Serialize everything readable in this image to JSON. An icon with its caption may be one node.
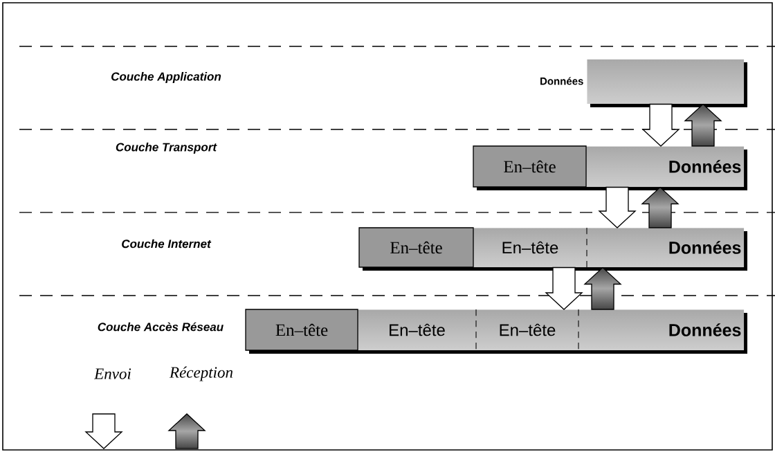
{
  "diagram": {
    "nodes": [
      {
        "text": [
          "Données"
        ]
      },
      {
        "text": [
          "En–tête",
          "Données"
        ]
      },
      {
        "text": [
          "En–tête",
          "En–tête",
          "Données"
        ]
      },
      {
        "text": [
          "En–tête",
          "En–tête",
          "En–tête",
          "Données"
        ]
      }
    ],
    "edges": [
      {
        "from": 0,
        "to": 1,
        "arrow": "to"
      },
      {
        "from": 1,
        "to": 0,
        "arrow": "to",
        "color": "#808080"
      },
      {
        "from": 1,
        "to": 2,
        "arrow": "to"
      },
      {
        "from": 2,
        "to": 1,
        "arrow": "to",
        "color": "#808080"
      },
      {
        "from": 2,
        "to": 3,
        "arrow": "to"
      },
      {
        "from": 3,
        "to": 2,
        "arrow": "to",
        "color": "#808080"
      }
    ],
    "labels": [
      "Couche Application",
      "Couche Transport",
      "Couche Internet",
      "Couche Accès Réseau"
    ],
    "legend": [
      {
        "text": "Envoi"
      },
      {
        "text": "Réception"
      }
    ]
  }
}
